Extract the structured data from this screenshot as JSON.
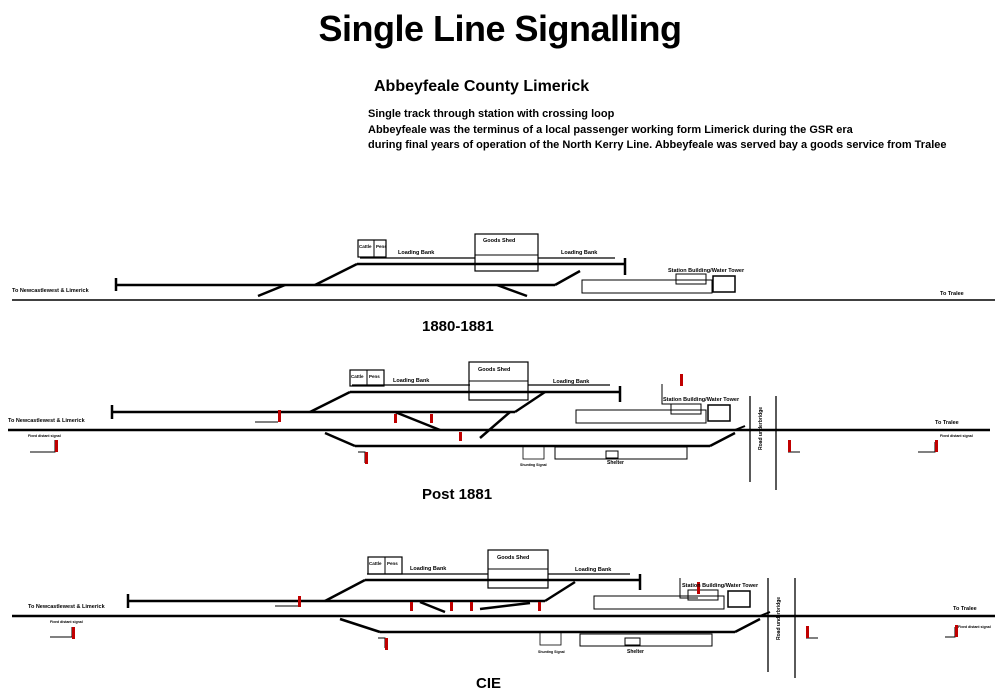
{
  "title": "Single Line Signalling",
  "subtitle": "Abbeyfeale County Limerick",
  "description": [
    "Single track through station with crossing loop",
    "Abbeyfeale was the terminus of a  local passenger working  form Limerick during the GSR era",
    "during final years of operation of the North Kerry Line. Abbeyfeale was served bay a goods service from Tralee"
  ],
  "panels": [
    {
      "era": "1880-1881",
      "left_destination": "To Newcastlewest & Limerick",
      "right_destination": "To Tralee",
      "labels": {
        "cattle": "Cattle",
        "pens": "Pens",
        "loading_bank_left": "Loading Bank",
        "goods_shed": "Goods Shed",
        "loading_bank_right": "Loading Bank",
        "station": "Station Building/Water Tower"
      }
    },
    {
      "era": "Post 1881",
      "left_destination": "To Newcastlewest & Limerick",
      "right_destination": "To Tralee",
      "labels": {
        "cattle": "Cattle",
        "pens": "Pens",
        "loading_bank_left": "Loading Bank",
        "goods_shed": "Goods Shed",
        "loading_bank_right": "Loading Bank",
        "station": "Station Building/Water Tower",
        "road_underbridge": "Road underbridge",
        "shelter": "Shelter",
        "shunting_signal": "Shunting Signal",
        "fixed_distant_left": "Fixed distant signal",
        "fixed_distant_right": "Fixed distant signal"
      }
    },
    {
      "era": "CIE",
      "left_destination": "To Newcastlewest & Limerick",
      "right_destination": "To Tralee",
      "labels": {
        "cattle": "Cattle",
        "pens": "Pens",
        "loading_bank_left": "Loading Bank",
        "goods_shed": "Goods Shed",
        "loading_bank_right": "Loading Bank",
        "station": "Station Building/Water Tower",
        "road_underbridge": "Road underbridge",
        "shelter": "Shelter",
        "shunting_signal": "Shunting Signal",
        "fixed_distant_left": "Fixed distant signal",
        "fixed_distant_right": "Fixed distant signal"
      }
    }
  ]
}
